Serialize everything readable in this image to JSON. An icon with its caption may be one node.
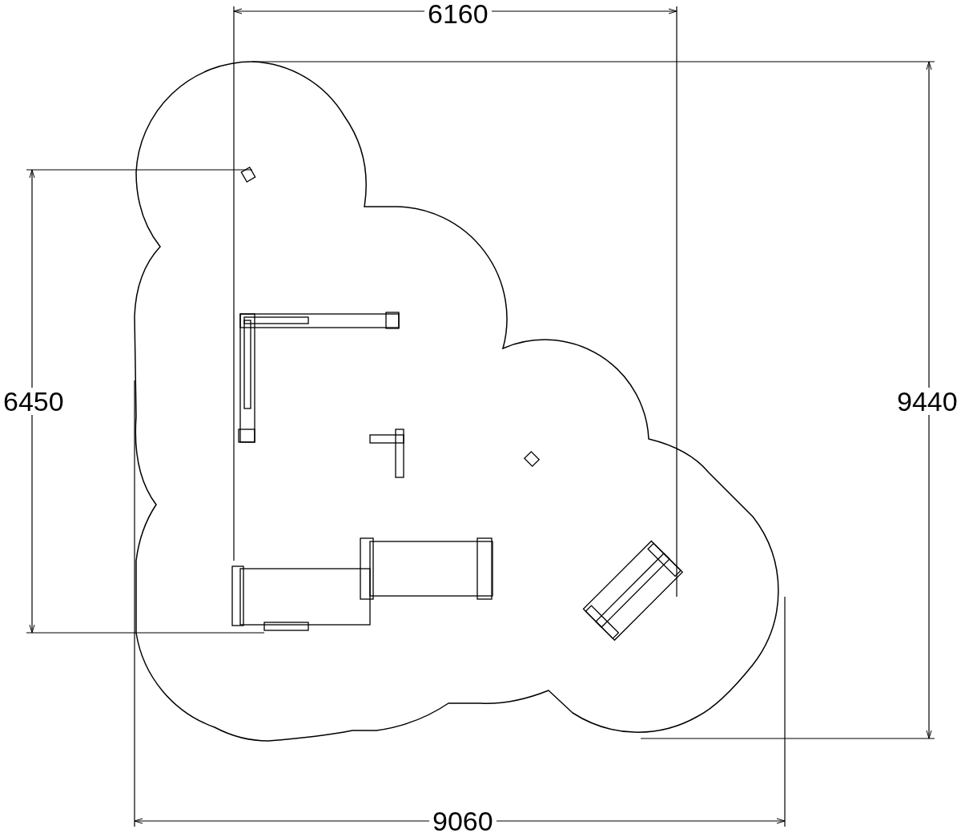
{
  "diagram": {
    "labels": [
      "6160",
      "6450",
      "9440",
      "9060"
    ]
  }
}
